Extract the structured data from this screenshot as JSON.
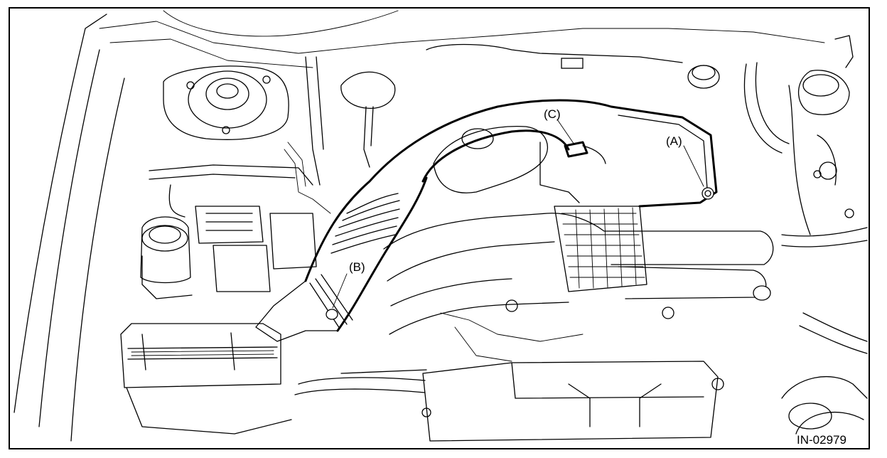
{
  "figure": {
    "id_label": "IN-02979"
  },
  "callouts": [
    {
      "key": "a",
      "label": "(A)"
    },
    {
      "key": "b",
      "label": "(B)"
    },
    {
      "key": "c",
      "label": "(C)"
    }
  ]
}
